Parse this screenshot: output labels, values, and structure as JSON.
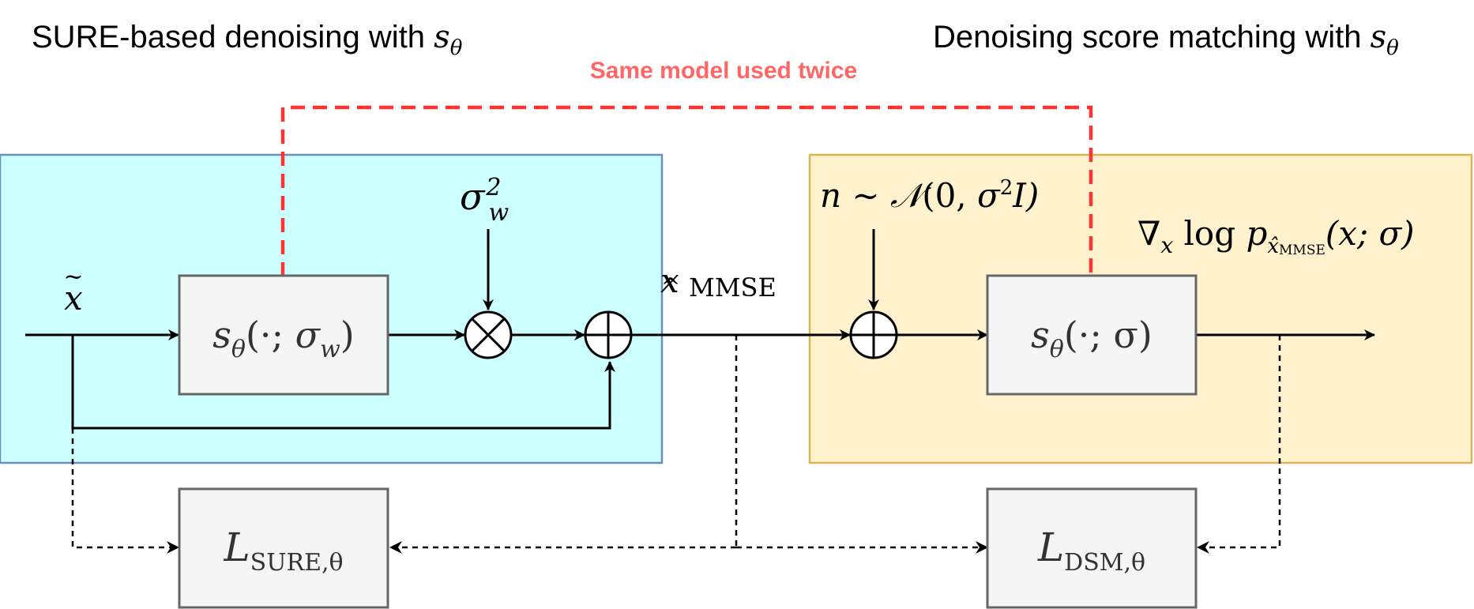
{
  "titles": {
    "left_text": "SURE-based denoising with ",
    "right_text": "Denoising score matching with ",
    "s": "s",
    "theta": "θ"
  },
  "annotation": "Same model used twice",
  "labels": {
    "x_tilde": "x",
    "tilde_mark": "~",
    "sigma": "σ",
    "w": "w",
    "two": "2",
    "x_hat": "x",
    "hat_mark": "^",
    "mmse": "MMSE",
    "noise_lhs": "n ∼ ",
    "noise_calN": "𝒩",
    "noise_args_open": "(0, ",
    "noise_args_close": "I)",
    "grad_nabla": "∇",
    "grad_x": "x",
    "grad_log": " log ",
    "grad_p": "p",
    "grad_sub": "x̂",
    "grad_args": "(x; σ)"
  },
  "boxes": {
    "s_left": {
      "open": "(·; ",
      "close": ")"
    },
    "s_right": {
      "args": "(·; σ)"
    },
    "loss_sure": {
      "L": "L",
      "sub": "SURE,θ"
    },
    "loss_dsm": {
      "L": "L",
      "sub": "DSM,θ"
    }
  },
  "colors": {
    "left_panel_fill": "#ccffff",
    "left_panel_stroke": "#6c8ebf",
    "right_panel_fill": "#fff2cc",
    "right_panel_stroke": "#d6b656",
    "block_fill": "#f5f5f5",
    "block_stroke": "#666666",
    "link_red": "#ff3333",
    "annotation_red": "#ff6666"
  }
}
